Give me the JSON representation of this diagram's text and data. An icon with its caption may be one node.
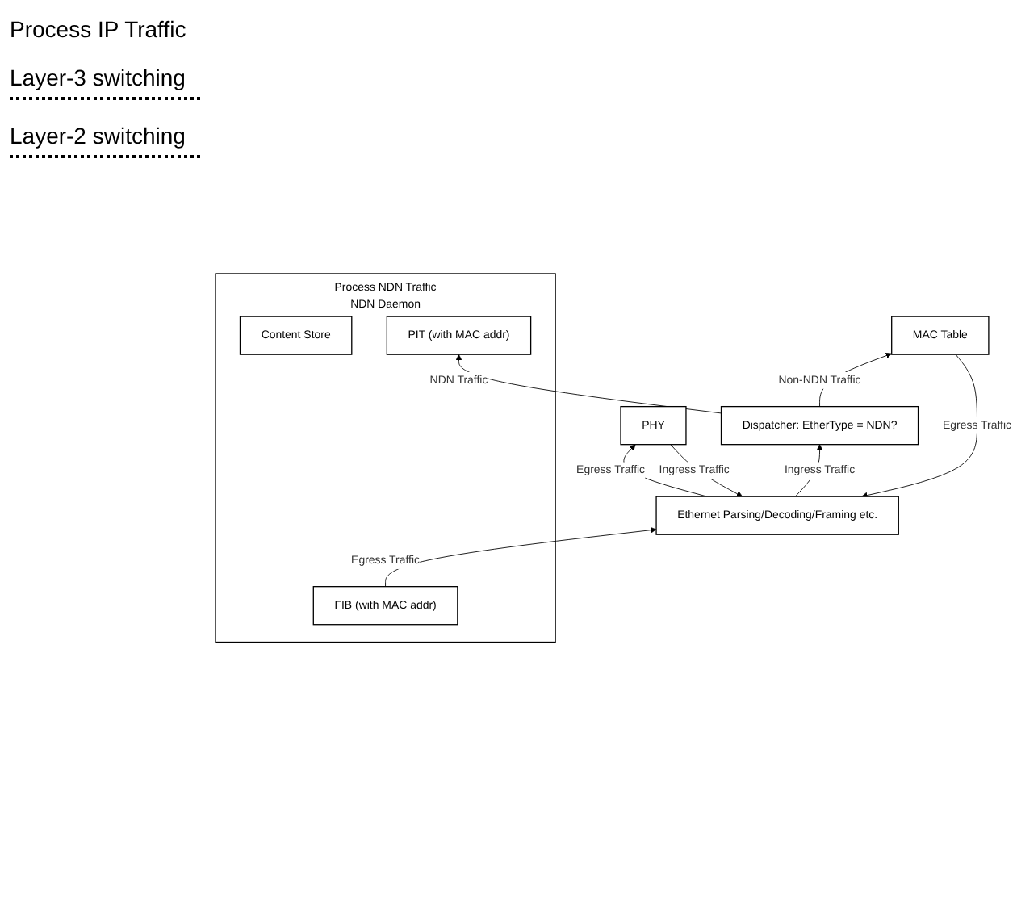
{
  "diagram": {
    "nodes": [
      {
        "text": [
          "Process NDN Traffic",
          "NDN Daemon"
        ]
      },
      {
        "text": [
          "Content Store"
        ],
        "in": 0
      },
      {
        "text": [
          "PIT (with MAC addr)"
        ],
        "in": 0
      },
      {
        "text": [
          "FIB (with MAC addr)"
        ],
        "in": 0
      },
      {
        "text": [
          "MAC Table"
        ]
      },
      {
        "text": [
          "Dispatcher: EtherType = NDN?"
        ]
      },
      {
        "text": [
          "Ethernet Parsing/Decoding/Framing etc."
        ]
      },
      {
        "text": [
          "PHY"
        ]
      }
    ],
    "edges": [
      {
        "from": 5,
        "to": 2,
        "arrow": "to",
        "label": "NDN Traffic"
      },
      {
        "from": 5,
        "to": 4,
        "arrow": "to",
        "label": "Non-NDN Traffic"
      },
      {
        "from": 3,
        "to": 6,
        "arrow": "to",
        "label": "Egress Traffic"
      },
      {
        "from": 4,
        "to": 6,
        "arrow": "to",
        "label": "Egress Traffic"
      },
      {
        "from": 6,
        "to": 5,
        "arrow": "to",
        "label": "Ingress Traffic"
      },
      {
        "from": 6,
        "to": 7,
        "arrow": "to",
        "label": "Egress Traffic"
      },
      {
        "from": 7,
        "to": 6,
        "arrow": "to",
        "label": "Ingress Traffic"
      }
    ],
    "labels": [
      "Process IP Traffic",
      "Layer-3 switching",
      "Layer-2 switching"
    ]
  }
}
